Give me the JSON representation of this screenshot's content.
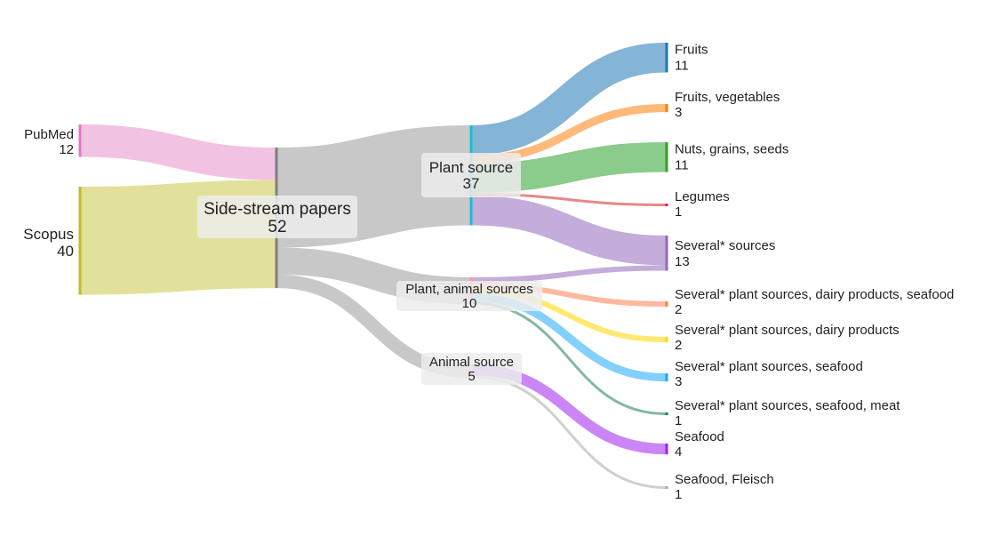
{
  "chart_data": {
    "type": "sankey",
    "title": "",
    "nodes": [
      {
        "id": "pubmed",
        "label": "PubMed",
        "value": 12,
        "color": "#e377c2"
      },
      {
        "id": "scopus",
        "label": "Scopus",
        "value": 40,
        "color": "#bcbd22"
      },
      {
        "id": "side",
        "label": "Side-stream papers",
        "value": 52,
        "color": "#7f7f7f"
      },
      {
        "id": "plant",
        "label": "Plant source",
        "value": 37,
        "color": "#17becf"
      },
      {
        "id": "plantanimal",
        "label": "Plant, animal sources",
        "value": 10,
        "color": "#ff9896"
      },
      {
        "id": "animal",
        "label": "Animal source",
        "value": 5,
        "color": "#f7b6d2"
      },
      {
        "id": "fruits",
        "label": "Fruits",
        "value": 11,
        "color": "#1f77b4"
      },
      {
        "id": "fruitsveg",
        "label": "Fruits, vegetables",
        "value": 3,
        "color": "#ff7f0e"
      },
      {
        "id": "nuts",
        "label": "Nuts, grains, seeds",
        "value": 11,
        "color": "#2ca02c"
      },
      {
        "id": "legumes",
        "label": "Legumes",
        "value": 1,
        "color": "#d62728"
      },
      {
        "id": "several",
        "label": "Several* sources",
        "value": 13,
        "color": "#9467bd"
      },
      {
        "id": "spds",
        "label": "Several* plant sources, dairy products, seafood",
        "value": 2,
        "color": "#ff7f50"
      },
      {
        "id": "spd",
        "label": "Several* plant sources, dairy products",
        "value": 2,
        "color": "#ffd700"
      },
      {
        "id": "sps",
        "label": "Several* plant sources, seafood",
        "value": 3,
        "color": "#1ea7fd"
      },
      {
        "id": "spsm",
        "label": "Several* plant sources, seafood, meat",
        "value": 1,
        "color": "#1b7f5f"
      },
      {
        "id": "seafood",
        "label": "Seafood",
        "value": 4,
        "color": "#a020f0"
      },
      {
        "id": "seafoodfleisch",
        "label": "Seafood, Fleisch",
        "value": 1,
        "color": "#a9a9a9"
      }
    ],
    "links": [
      {
        "source": "pubmed",
        "target": "side",
        "value": 12
      },
      {
        "source": "scopus",
        "target": "side",
        "value": 40
      },
      {
        "source": "side",
        "target": "plant",
        "value": 37
      },
      {
        "source": "side",
        "target": "plantanimal",
        "value": 10
      },
      {
        "source": "side",
        "target": "animal",
        "value": 5
      },
      {
        "source": "plant",
        "target": "fruits",
        "value": 11
      },
      {
        "source": "plant",
        "target": "fruitsveg",
        "value": 3
      },
      {
        "source": "plant",
        "target": "nuts",
        "value": 11
      },
      {
        "source": "plant",
        "target": "legumes",
        "value": 1
      },
      {
        "source": "plant",
        "target": "several",
        "value": 11
      },
      {
        "source": "plantanimal",
        "target": "several",
        "value": 2
      },
      {
        "source": "plantanimal",
        "target": "spds",
        "value": 2
      },
      {
        "source": "plantanimal",
        "target": "spd",
        "value": 2
      },
      {
        "source": "plantanimal",
        "target": "sps",
        "value": 3
      },
      {
        "source": "plantanimal",
        "target": "spsm",
        "value": 1
      },
      {
        "source": "animal",
        "target": "seafood",
        "value": 4
      },
      {
        "source": "animal",
        "target": "seafoodfleisch",
        "value": 1
      }
    ]
  }
}
